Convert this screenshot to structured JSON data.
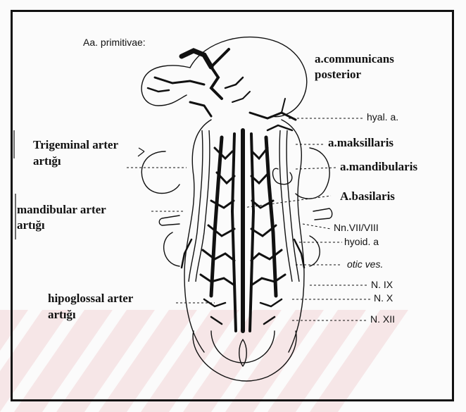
{
  "colors": {
    "line": "#111111",
    "watermark": "#f3d6d8",
    "background": "#fbfbfb"
  },
  "labels": {
    "aa_primitivae": "Aa. primitivae:",
    "communicans_1": "a.communicans",
    "communicans_2": "posterior",
    "hyal_a": "hyal. a.",
    "trigeminal_1": "Trigeminal arter",
    "trigeminal_2": "artığı",
    "maksillaris": "a.maksillaris",
    "mandibularis": "a.mandibularis",
    "basilaris": "A.basilaris",
    "mandibular_art_1": "mandibular arter",
    "mandibular_art_2": "artığı",
    "nn_vii_viii": "Nn.VII/VIII",
    "hyoid_a": "hyoid. a",
    "otic_ves": "otic ves.",
    "n_ix": "N. IX",
    "hipoglossal_1": "hipoglossal arter",
    "hipoglossal_2": "artığı",
    "n_x": "N. X",
    "n_xii": "N. XII"
  }
}
